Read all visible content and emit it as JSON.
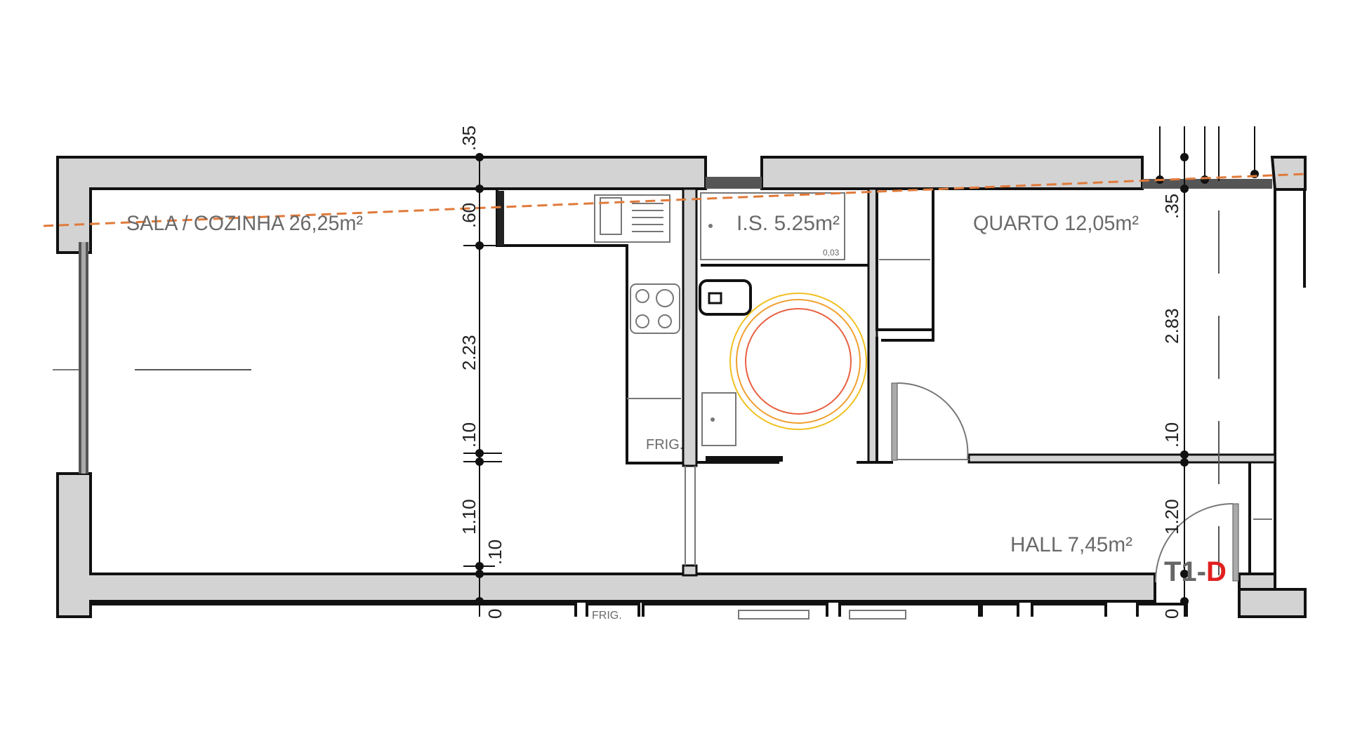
{
  "rooms": {
    "sala": "SALA / COZINHA 26,25m²",
    "is": "I.S. 5.25m²",
    "quarto": "QUARTO 12,05m²",
    "hall": "HALL 7,45m²"
  },
  "unit_code": {
    "prefix": "T1-",
    "suffix": "D"
  },
  "fixtures": {
    "frig": "FRIG.",
    "frig_below": "FRIG.",
    "bath_note": "0,03"
  },
  "dimensions_left": [
    ".35",
    ".60",
    "2.23",
    ".10",
    "1.10",
    ".10",
    "0"
  ],
  "dimensions_right": [
    ".35",
    "2.83",
    ".10",
    "1.20",
    "0"
  ],
  "colors": {
    "wall_fill": "#d3d3d3",
    "section_line": "#e07a3a",
    "unit_suffix": "#e02020",
    "turning_circle_outer": "#f0c020",
    "turning_circle_mid": "#f0a030",
    "turning_circle_inner": "#e86040"
  }
}
